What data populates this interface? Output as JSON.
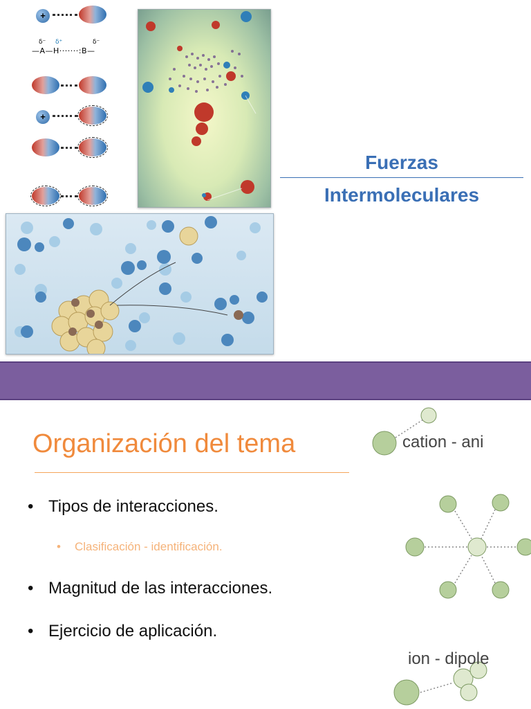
{
  "slide1": {
    "title_line1": "Fuerzas",
    "title_line2": "Intermoleculares",
    "hbond": {
      "delta_minus": "δ⁻",
      "delta_plus": "δ⁺",
      "formula": "—A—H·······:B—"
    },
    "accent_color": "#3a6fb5"
  },
  "slide2": {
    "title": "Organización del tema",
    "bullets": [
      "Tipos de interacciones.",
      "Magnitud de las interacciones.",
      "Ejercicio de aplicación."
    ],
    "sub_bullet": "Clasificación - identificación.",
    "figure_labels": {
      "cation_anion": "cation - ani",
      "ion_dipole": "ion - dipole"
    },
    "title_color": "#f08a3c",
    "bar_color": "#7b5e9e"
  }
}
